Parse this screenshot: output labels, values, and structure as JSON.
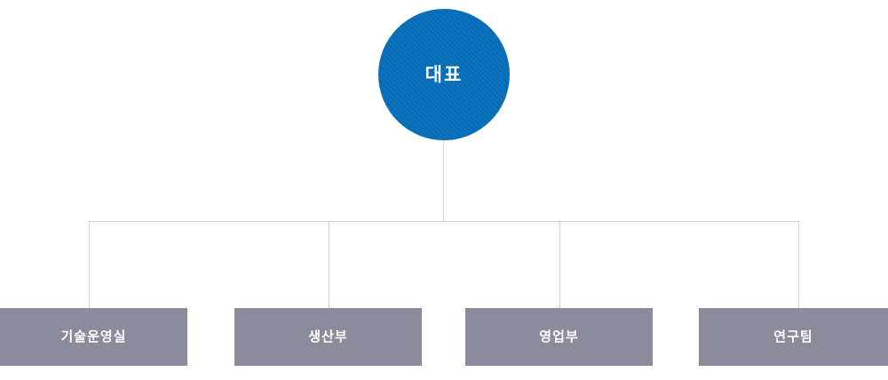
{
  "chart": {
    "type": "org-chart",
    "title": "",
    "background_color": "#ffffff",
    "root": {
      "label": "대표",
      "shape": "circle",
      "fill_color": "#0a72bc",
      "text_color": "#ffffff",
      "pattern": "diagonal-hatch-45"
    },
    "connector": {
      "color": "#cfcfd4",
      "style": "orthogonal-bus"
    },
    "departments": [
      {
        "label": "기술운영실",
        "fill_color": "#8b8b9c",
        "text_color": "#ffffff"
      },
      {
        "label": "생산부",
        "fill_color": "#8b8b9c",
        "text_color": "#ffffff"
      },
      {
        "label": "영업부",
        "fill_color": "#8b8b9c",
        "text_color": "#ffffff"
      },
      {
        "label": "연구팀",
        "fill_color": "#8b8b9c",
        "text_color": "#ffffff"
      }
    ]
  }
}
